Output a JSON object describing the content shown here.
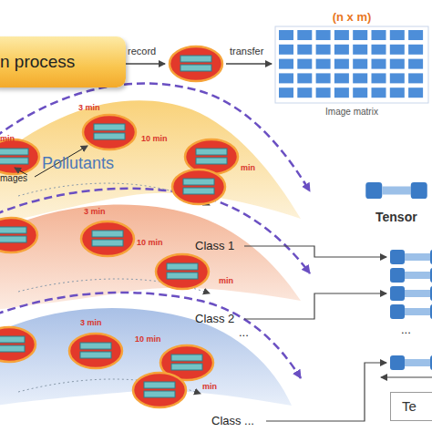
{
  "diagram": {
    "nodes": [
      {
        "text": [
          "n process"
        ]
      },
      {
        "text": [
          "(n x m)",
          "Image matrix"
        ]
      },
      {
        "text": [
          "Tensor"
        ]
      },
      {
        "text": [
          "Te"
        ]
      }
    ],
    "labels": [
      "record",
      "transfer",
      "min",
      "3 min",
      "10 min",
      "min",
      "Pollutants",
      "mages",
      "3 min",
      "10 min",
      "min",
      "3 min",
      "10 min",
      "min",
      "Class 1",
      "Class 2",
      "...",
      "Class ...",
      "..."
    ]
  }
}
